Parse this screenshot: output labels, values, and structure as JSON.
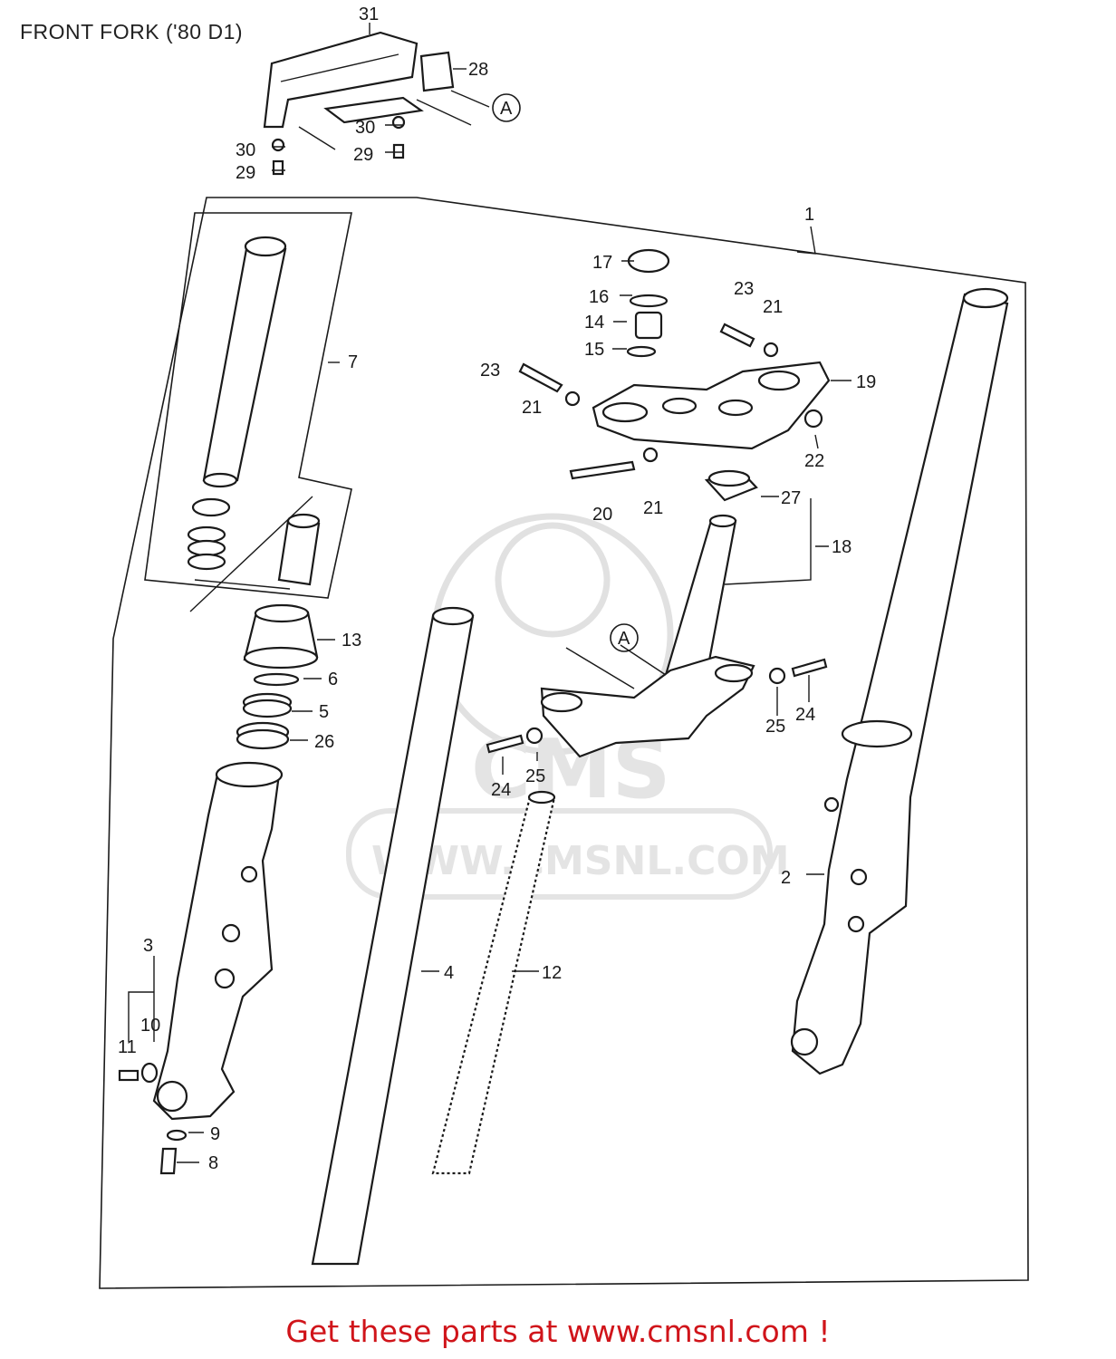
{
  "title": "FRONT FORK ('80 D1)",
  "promo_text": "Get these parts at www.cmsnl.com !",
  "watermark": {
    "brand": "CMS",
    "url": "WWW.CMSNL.COM"
  },
  "callouts": {
    "ref_a": "A",
    "p1": "1",
    "p2": "2",
    "p3": "3",
    "p4": "4",
    "p5": "5",
    "p6": "6",
    "p7": "7",
    "p8": "8",
    "p9": "9",
    "p10": "10",
    "p11": "11",
    "p12": "12",
    "p13": "13",
    "p14": "14",
    "p15": "15",
    "p16": "16",
    "p17": "17",
    "p18": "18",
    "p19": "19",
    "p20": "20",
    "p21": "21",
    "p22": "22",
    "p23": "23",
    "p24": "24",
    "p25": "25",
    "p26": "26",
    "p27": "27",
    "p28": "28",
    "p29": "29",
    "p30": "30",
    "p31": "31"
  },
  "colors": {
    "promo": "#d0141a",
    "line": "#1a1a1a",
    "watermark": "#e1e1e1"
  }
}
